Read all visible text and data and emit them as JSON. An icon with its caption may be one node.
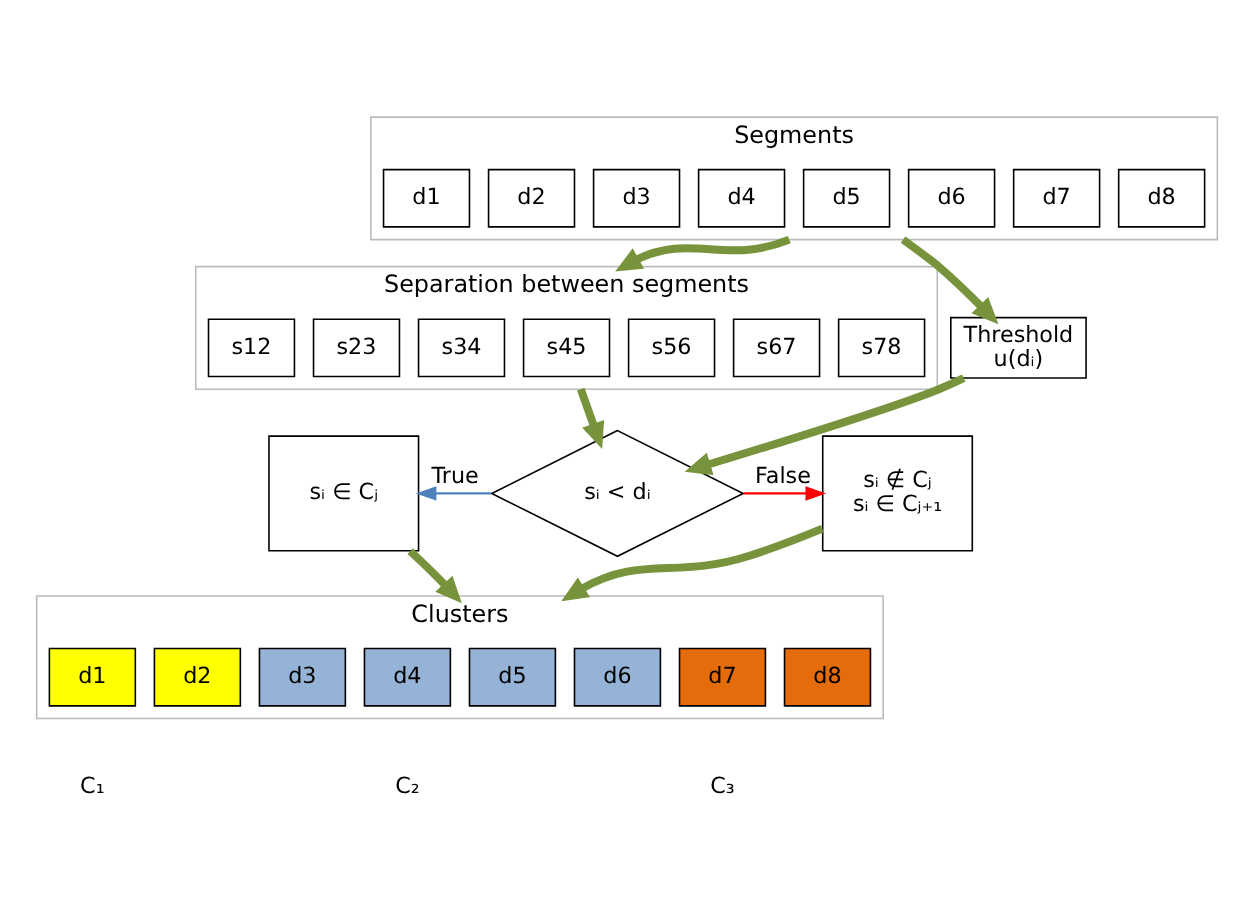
{
  "diagram": {
    "nodes": [
      {
        "text": [
          "Segments"
        ]
      },
      {
        "text": [
          "d1"
        ],
        "in": 0
      },
      {
        "text": [
          "d2"
        ],
        "in": 0
      },
      {
        "text": [
          "d3"
        ],
        "in": 0
      },
      {
        "text": [
          "d4"
        ],
        "in": 0
      },
      {
        "text": [
          "d5"
        ],
        "in": 0
      },
      {
        "text": [
          "d6"
        ],
        "in": 0
      },
      {
        "text": [
          "d7"
        ],
        "in": 0
      },
      {
        "text": [
          "d8"
        ],
        "in": 0
      },
      {
        "text": [
          "Separation between segments"
        ]
      },
      {
        "text": [
          "s12"
        ],
        "in": 9
      },
      {
        "text": [
          "s23"
        ],
        "in": 9
      },
      {
        "text": [
          "s34"
        ],
        "in": 9
      },
      {
        "text": [
          "s45"
        ],
        "in": 9
      },
      {
        "text": [
          "s56"
        ],
        "in": 9
      },
      {
        "text": [
          "s67"
        ],
        "in": 9
      },
      {
        "text": [
          "s78"
        ],
        "in": 9
      },
      {
        "text": [
          "Threshold",
          "u(dᵢ)"
        ]
      },
      {
        "text": [
          "sᵢ < dᵢ"
        ]
      },
      {
        "text": [
          "sᵢ ∈ Cⱼ"
        ]
      },
      {
        "text": [
          "sᵢ ∉ Cⱼ",
          "sᵢ ∈ Cⱼ₊₁"
        ]
      },
      {
        "text": [
          "Clusters"
        ]
      },
      {
        "text": [
          "d1"
        ],
        "in": 21
      },
      {
        "text": [
          "d2"
        ],
        "in": 21
      },
      {
        "text": [
          "d3"
        ],
        "in": 21
      },
      {
        "text": [
          "d4"
        ],
        "in": 21
      },
      {
        "text": [
          "d5"
        ],
        "in": 21
      },
      {
        "text": [
          "d6"
        ],
        "in": 21
      },
      {
        "text": [
          "d7"
        ],
        "in": 21
      },
      {
        "text": [
          "d8"
        ],
        "in": 21
      }
    ],
    "edges": [
      {
        "from": 0,
        "to": 9,
        "arrow": "to"
      },
      {
        "from": 0,
        "to": 17,
        "arrow": "to"
      },
      {
        "from": 9,
        "to": 18,
        "arrow": "to"
      },
      {
        "from": 17,
        "to": 18,
        "arrow": "to"
      },
      {
        "from": 18,
        "to": 19,
        "arrow": "to",
        "label": "True",
        "color": "#4f81bd"
      },
      {
        "from": 18,
        "to": 20,
        "arrow": "to",
        "label": "False",
        "color": "#ff0000"
      },
      {
        "from": 19,
        "to": 21,
        "arrow": "to"
      },
      {
        "from": 20,
        "to": 21,
        "arrow": "to"
      }
    ],
    "labels": [
      "C₁",
      "C₂",
      "C₃"
    ]
  }
}
